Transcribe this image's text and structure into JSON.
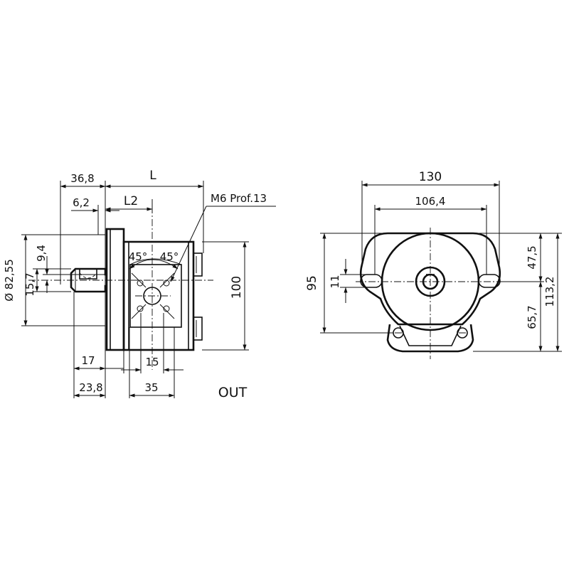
{
  "side_view": {
    "dims": {
      "d36_8": "36,8",
      "L": "L",
      "d6_2": "6,2",
      "L2": "L2",
      "thread": "M6  Prof.13",
      "angle_left": "45°",
      "angle_right": "45°",
      "d9_4": "9,4",
      "d82_55": "Ø 82,55",
      "d15_7": "15,7",
      "d100": "100",
      "d17": "17",
      "d15": "15",
      "d23_8": "23,8",
      "d35": "35"
    },
    "port_label": "OUT"
  },
  "front_view": {
    "dims": {
      "d130": "130",
      "d106_4": "106,4",
      "d95": "95",
      "d11": "11",
      "d47_5": "47,5",
      "d65_7": "65,7",
      "d113_2": "113,2"
    }
  }
}
